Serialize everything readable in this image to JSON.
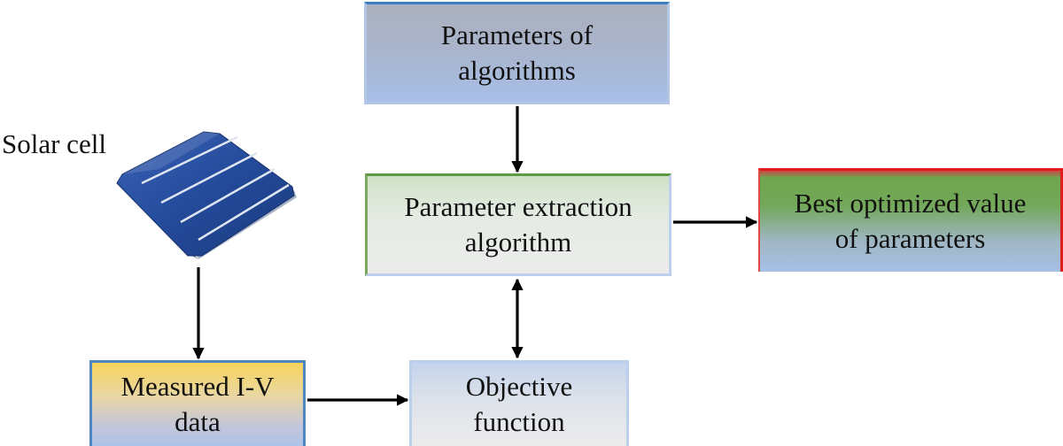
{
  "diagram": {
    "solar_cell_label": "Solar cell",
    "boxes": {
      "parameters_of_algorithms": "Parameters of\nalgorithms",
      "parameter_extraction_algorithm": "Parameter extraction\nalgorithm",
      "best_optimized_value": "Best optimized value\nof parameters",
      "measured_iv_data": "Measured I-V\ndata",
      "objective_function": "Objective\nfunction"
    },
    "connections": [
      {
        "from": "parameters_of_algorithms",
        "to": "parameter_extraction_algorithm",
        "direction": "one-way"
      },
      {
        "from": "parameter_extraction_algorithm",
        "to": "best_optimized_value",
        "direction": "one-way"
      },
      {
        "from": "solar_cell",
        "to": "measured_iv_data",
        "direction": "one-way"
      },
      {
        "from": "measured_iv_data",
        "to": "objective_function",
        "direction": "one-way"
      },
      {
        "from": "objective_function",
        "to": "parameter_extraction_algorithm",
        "direction": "two-way"
      }
    ],
    "colors": {
      "arrow": "#000000",
      "params_top_border": "#3c7fc0",
      "extraction_top_border": "#5e9a3f",
      "best_border": "#e01c1c",
      "measured_border": "#4f86c6",
      "solar_cell_blue": "#1f3f8a"
    }
  }
}
